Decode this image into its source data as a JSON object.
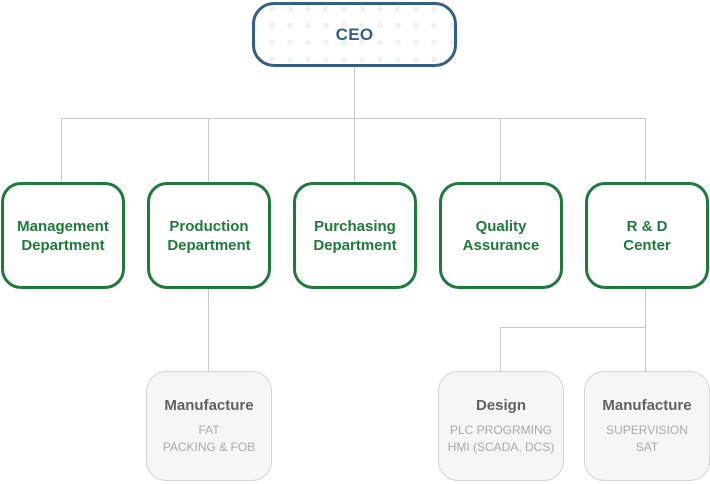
{
  "ceo": {
    "label": "CEO"
  },
  "departments": [
    {
      "label": "Management\nDepartment"
    },
    {
      "label": "Production\nDepartment"
    },
    {
      "label": "Purchasing\nDepartment"
    },
    {
      "label": "Quality\nAssurance"
    },
    {
      "label": "R & D\nCenter"
    }
  ],
  "units": [
    {
      "title": "Manufacture",
      "lines": [
        "FAT",
        "PACKING & FOB"
      ]
    },
    {
      "title": "Design",
      "lines": [
        "PLC PROGRMING",
        "HMI (SCADA, DCS)"
      ]
    },
    {
      "title": "Manufacture",
      "lines": [
        "SUPERVISION",
        "SAT"
      ]
    }
  ],
  "colors": {
    "ceo": "#335f86",
    "department": "#1e7a3a",
    "unit_text": "#616161",
    "unit_detail": "#a9a9a9",
    "connector": "#c8c8c8"
  }
}
